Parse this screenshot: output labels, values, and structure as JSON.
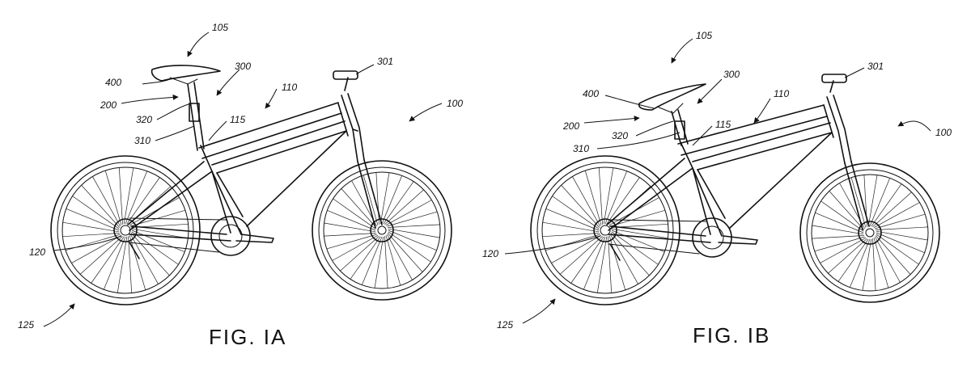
{
  "figures": [
    {
      "caption": "FIG. IA",
      "refs": {
        "r100": "100",
        "r105": "105",
        "r110": "110",
        "r115": "115",
        "r120": "120",
        "r125": "125",
        "r200": "200",
        "r300": "300",
        "r301": "301",
        "r310": "310",
        "r320": "320",
        "r400": "400"
      }
    },
    {
      "caption": "FIG. IB",
      "refs": {
        "r100": "100",
        "r105": "105",
        "r110": "110",
        "r115": "115",
        "r120": "120",
        "r125": "125",
        "r200": "200",
        "r300": "300",
        "r301": "301",
        "r310": "310",
        "r320": "320",
        "r400": "400"
      }
    }
  ]
}
